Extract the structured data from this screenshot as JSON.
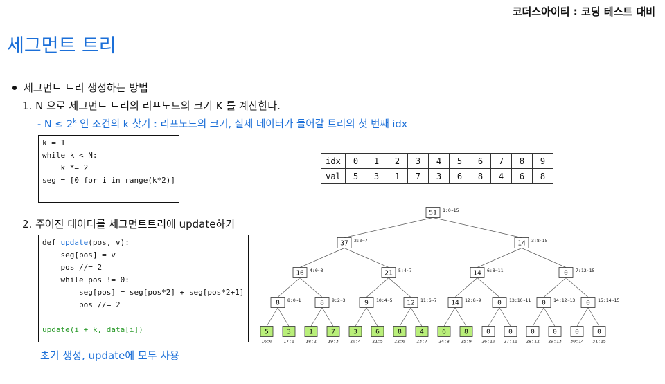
{
  "header": {
    "course": "코더스아이티 : 코딩 테스트 대비"
  },
  "title": "세그먼트 트리",
  "bullet": "세그먼트 트리 생성하는 방법",
  "step1": "1. N 으로 세그먼트 트리의 리프노드의 크기 K 를 계산한다.",
  "sub1": {
    "prefix": "- N ≤ 2",
    "sup": "k",
    "suffix": " 인 조건의 k 찾기 : 리프노드의 크기, 실제 데이터가 들어갈 트리의 첫 번째 idx"
  },
  "code1": [
    "k = 1",
    "while k < N:",
    "    k *= 2",
    "",
    "seg = [0 for i in range(k*2)]"
  ],
  "step2": "2. 주어진 데이터를 세그먼트트리에 update하기",
  "code2": {
    "def": "def ",
    "fn": "update",
    "sig": "(pos, v):",
    "body": [
      "    seg[pos] = v",
      "    pos //= 2",
      "    while pos != 0:",
      "        seg[pos] = seg[pos*2] + seg[pos*2+1]",
      "        pos //= 2",
      ""
    ],
    "call": "update(i + k, data[i])"
  },
  "caption": "초기 생성, update에 모두 사용",
  "array": {
    "idx_label": "idx",
    "val_label": "val",
    "idx": [
      "0",
      "1",
      "2",
      "3",
      "4",
      "5",
      "6",
      "7",
      "8",
      "9"
    ],
    "val": [
      "5",
      "3",
      "1",
      "7",
      "3",
      "6",
      "8",
      "4",
      "6",
      "8"
    ]
  },
  "tree": {
    "levels": [
      [
        {
          "v": "51",
          "r": "1:0~15"
        }
      ],
      [
        {
          "v": "37",
          "r": "2:0~7"
        },
        {
          "v": "14",
          "r": "3:8~15"
        }
      ],
      [
        {
          "v": "16",
          "r": "4:0~3"
        },
        {
          "v": "21",
          "r": "5:4~7"
        },
        {
          "v": "14",
          "r": "6:8~11"
        },
        {
          "v": "0",
          "r": "7:12~15"
        }
      ],
      [
        {
          "v": "8",
          "r": "8:0~1"
        },
        {
          "v": "8",
          "r": "9:2~3"
        },
        {
          "v": "9",
          "r": "10:4~5"
        },
        {
          "v": "12",
          "r": "11:6~7"
        },
        {
          "v": "14",
          "r": "12:8~9"
        },
        {
          "v": "0",
          "r": "13:10~11"
        },
        {
          "v": "0",
          "r": "14:12~13"
        },
        {
          "v": "0",
          "r": "15:14~15"
        }
      ]
    ],
    "leaves": [
      {
        "v": "5",
        "r": "16:0",
        "hl": true
      },
      {
        "v": "3",
        "r": "17:1",
        "hl": true
      },
      {
        "v": "1",
        "r": "18:2",
        "hl": true
      },
      {
        "v": "7",
        "r": "19:3",
        "hl": true
      },
      {
        "v": "3",
        "r": "20:4",
        "hl": true
      },
      {
        "v": "6",
        "r": "21:5",
        "hl": true
      },
      {
        "v": "8",
        "r": "22:6",
        "hl": true
      },
      {
        "v": "4",
        "r": "23:7",
        "hl": true
      },
      {
        "v": "6",
        "r": "24:8",
        "hl": true
      },
      {
        "v": "8",
        "r": "25:9",
        "hl": true
      },
      {
        "v": "0",
        "r": "26:10",
        "hl": false
      },
      {
        "v": "0",
        "r": "27:11",
        "hl": false
      },
      {
        "v": "0",
        "r": "28:12",
        "hl": false
      },
      {
        "v": "0",
        "r": "29:13",
        "hl": false
      },
      {
        "v": "0",
        "r": "30:14",
        "hl": false
      },
      {
        "v": "0",
        "r": "31:15",
        "hl": false
      }
    ],
    "colors": {
      "highlight": "#b9ef7a"
    }
  }
}
